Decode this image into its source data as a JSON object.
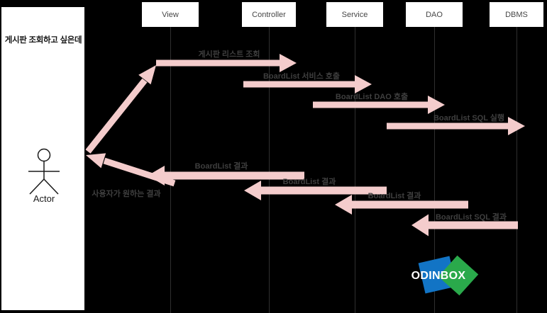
{
  "speech_panel": {
    "text": "게시판 조회하고 싶은데"
  },
  "actor": {
    "label": "Actor"
  },
  "lifelines": [
    "View",
    "Controller",
    "Service",
    "DAO",
    "DBMS"
  ],
  "messages": {
    "m1": "게시판 리스트 조회",
    "m2": "BoardList 서비스 호출",
    "m3": "BoardList DAO 호출",
    "m4": "BoardList SQL 실행",
    "r1": "BoardList 결과",
    "r2": "BoardList 결과",
    "r3": "BoardList 결과",
    "r4": "BoardList SQL 결과",
    "r5": "사용자가 원하는 결과"
  },
  "logo": {
    "text": "ODINBOX"
  },
  "colors": {
    "background": "#000000",
    "panel": "#ffffff",
    "arrow": "#f4cccc",
    "label_text": "#3f3f3f",
    "actor_stroke": "#1a1a1a",
    "logo_blue": "#1274c5",
    "logo_green": "#2aa94b"
  }
}
